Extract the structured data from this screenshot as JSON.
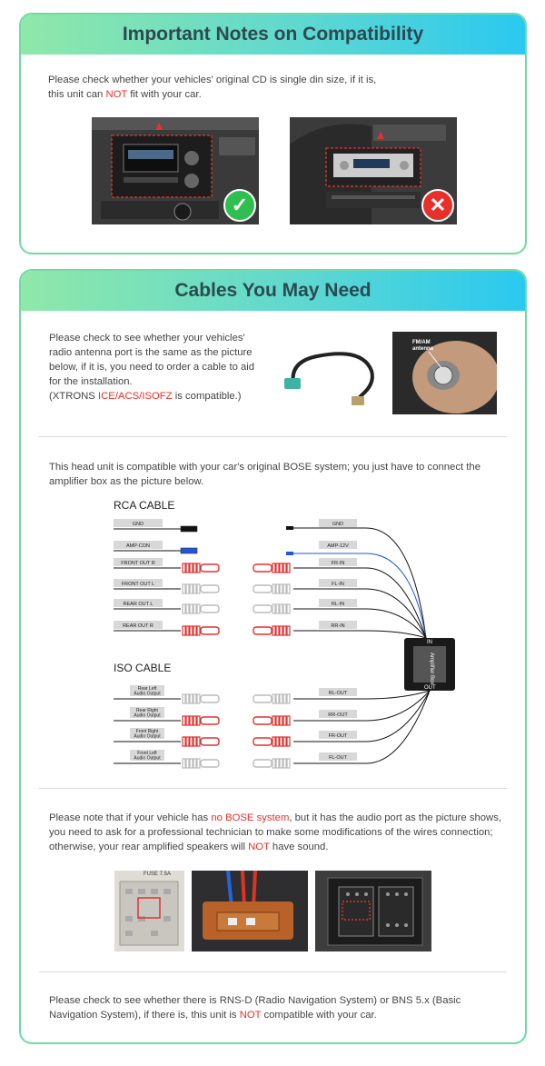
{
  "compat": {
    "title": "Important Notes on Compatibility",
    "line1": "Please check whether your vehicles' original CD is single din size, if it is,",
    "line2_pre": "this unit can ",
    "line2_red": "NOT",
    "line2_post": " fit with your car."
  },
  "cables": {
    "title": "Cables You May Need",
    "antenna": {
      "l1": "Please check to see whether your vehicles'",
      "l2": "radio antenna port is the same as the picture",
      "l3": "below, if it is, you need to order a cable to aid",
      "l4": "for the installation.",
      "l5_pre": "(XTRONS ",
      "l5_red": "ICE/ACS/ISOFZ",
      "l5_post": " is compatible.)",
      "photo_label": "FM/AM antenna"
    },
    "bose": {
      "l1": "This head unit is compatible with your car's original BOSE system; you just have to connect the",
      "l2": "amplifier box as the picture below."
    },
    "diagram": {
      "rca_title": "RCA CABLE",
      "iso_title": "ISO CABLE",
      "left_rca": [
        "GND",
        "AMP-CON",
        "FRONT OUT R",
        "FRONT OUT L",
        "REAR OUT L",
        "REAR OUT R"
      ],
      "right_rca": [
        "GND",
        "AMP-12V",
        "FR-IN",
        "FL-IN",
        "RL-IN",
        "RR-IN"
      ],
      "left_iso": [
        "Rear Left Audio Output",
        "Rear Right Audio Output",
        "Front Right Audio Output",
        "Front Left Audio Output"
      ],
      "right_iso": [
        "RL-OUT",
        "RR-OUT",
        "FR-OUT",
        "FL-OUT"
      ],
      "amp_in": "IN",
      "amp_out": "OUT",
      "amp_label": "Amplifier Box"
    },
    "nobose": {
      "l1_pre": "Please note that if your vehicle has ",
      "l1_red": "no BOSE system",
      "l1_post": ", but it has the audio port as the picture shows,",
      "l2": "you need to ask for a professional technician to make some modifications of the wires connection;",
      "l3_pre": "otherwise, your rear amplified speakers will ",
      "l3_red": "NOT",
      "l3_post": " have sound.",
      "fuse_label": "FUSE 7.5A"
    },
    "rns": {
      "l1": "Please check to see whether there is RNS-D (Radio Navigation System) or BNS 5.x (Basic",
      "l2_pre": "Navigation System), if there is, this unit is ",
      "l2_red": "NOT",
      "l2_post": " compatible with your car."
    }
  },
  "colors": {
    "accent_red": "#e8302a",
    "ok_green": "#2fbf4f",
    "border_green": "#6fdba3",
    "head_cyan": "#2ac9f0"
  }
}
